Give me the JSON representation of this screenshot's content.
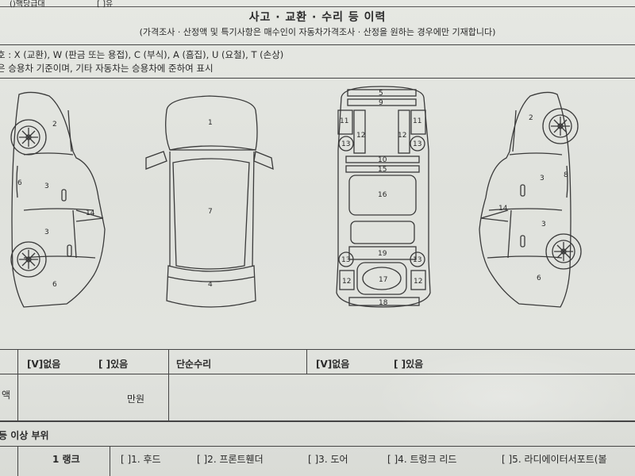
{
  "top_strip": {
    "left": "()핵당급대",
    "mid": "[ ]유"
  },
  "header": {
    "title": "사고 · 교환 · 수리 등 이력",
    "subtitle": "(가격조사 · 산정액 및 특기사항은 매수인이 자동차가격조사 · 산정을 원하는 경우에만 기재합니다)"
  },
  "legend": {
    "codes": "호 : X (교환), W (판금 또는 용접), C (부식), A (흠집), U (요철), T (손상)",
    "note": "은 승용차 기준이며, 기타 자동차는 승용차에 준하여 표시"
  },
  "diagram": {
    "left_side_labels": [
      "2",
      "6",
      "3",
      "3",
      "6",
      "14"
    ],
    "top_view_labels": [
      "1",
      "7",
      "4"
    ],
    "underbody_labels": [
      "5",
      "9",
      "11",
      "11",
      "12",
      "12",
      "13",
      "13",
      "10",
      "15",
      "16",
      "19",
      "13",
      "13",
      "12",
      "17",
      "12",
      "18"
    ],
    "right_side_labels": [
      "2",
      "8",
      "3",
      "14",
      "3",
      "6"
    ]
  },
  "table": {
    "row1": {
      "none_left": "[V]없음",
      "exist_left": "[ ]있음",
      "simple_repair": "단순수리",
      "none_right": "[V]없음",
      "exist_right": "[ ]있음"
    },
    "row2": {
      "left_label": "액",
      "unit": "만원"
    },
    "row3": {
      "section_label": "등 이상 부위"
    },
    "row4": {
      "rank": "1 랭크",
      "items": [
        "[ ]1. 후드",
        "[ ]2. 프론트휀더",
        "[ ]3. 도어",
        "[ ]4. 트렁크 리드",
        "[ ]5. 라디에이터서포트(볼"
      ]
    }
  }
}
